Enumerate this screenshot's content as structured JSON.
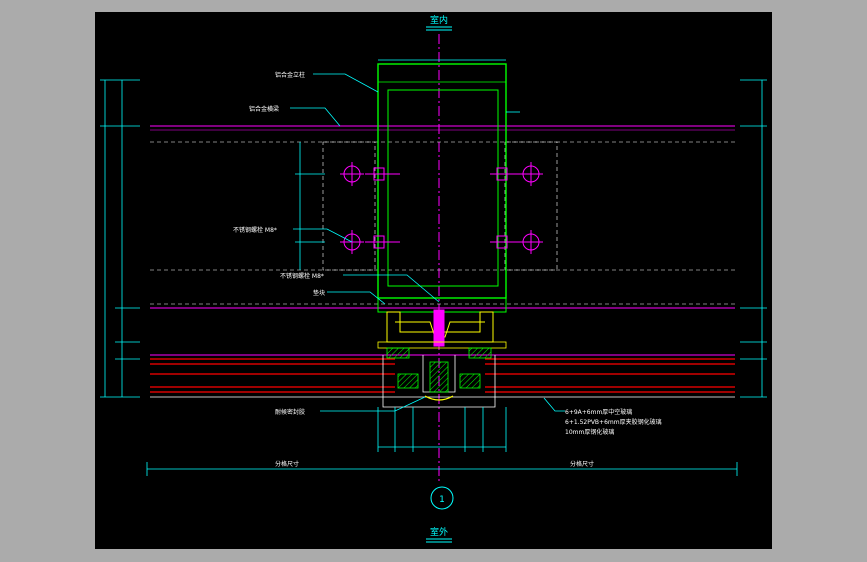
{
  "titles": {
    "top": "室内",
    "bottom": "室外"
  },
  "detail_number": "1",
  "labels": {
    "mullion": "铝合金立柱",
    "transom": "铝合金横梁",
    "bolt_a": "不锈钢螺栓 M8*",
    "bolt_b": "不锈钢螺栓 M8*",
    "pad": "垫块",
    "sealant": "耐候密封胶",
    "glass_1": "6+9A+6mm厚中空玻璃",
    "glass_2": "6+1.52PVB+6mm厚夹胶钢化玻璃",
    "glass_3": "10mm厚钢化玻璃",
    "width_left": "分格尺寸",
    "width_right": "分格尺寸"
  },
  "colors": {
    "background": "#000000",
    "frame": "#00ff00",
    "dimension": "#00ffff",
    "centerline": "#ff00ff",
    "glass": "#ff0000",
    "gasket": "#ffff00",
    "bolt": "#ff00ff",
    "hidden": "#ffffff"
  }
}
